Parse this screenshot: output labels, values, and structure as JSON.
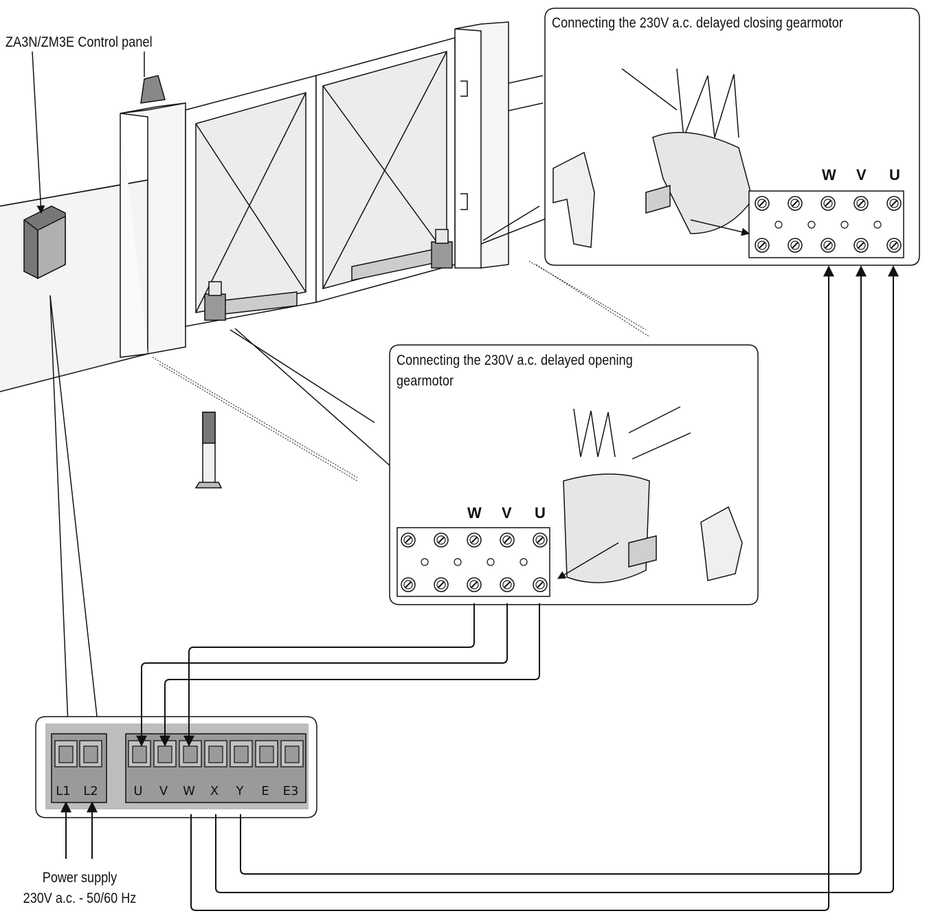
{
  "labels": {
    "control_panel": "ZA3N/ZM3E Control panel",
    "closing_motor": "Connecting the 230V a.c. delayed closing gearmotor",
    "opening_motor_line1": "Connecting the 230V a.c. delayed opening",
    "opening_motor_line2": "gearmotor",
    "power_line1": "Power supply",
    "power_line2": "230V a.c. - 50/60 Hz"
  },
  "closing_terminals": [
    "W",
    "V",
    "U"
  ],
  "opening_terminals": [
    "W",
    "V",
    "U"
  ],
  "board_power_terminals": [
    "L1",
    "L2"
  ],
  "board_motor_terminals": [
    "U",
    "V",
    "W",
    "X",
    "Y",
    "E",
    "E3"
  ],
  "colors": {
    "line": "#111111",
    "board_bg": "#bdbdbd",
    "terminal_bg": "#8f8f8f",
    "gate_fill": "#ececec"
  }
}
